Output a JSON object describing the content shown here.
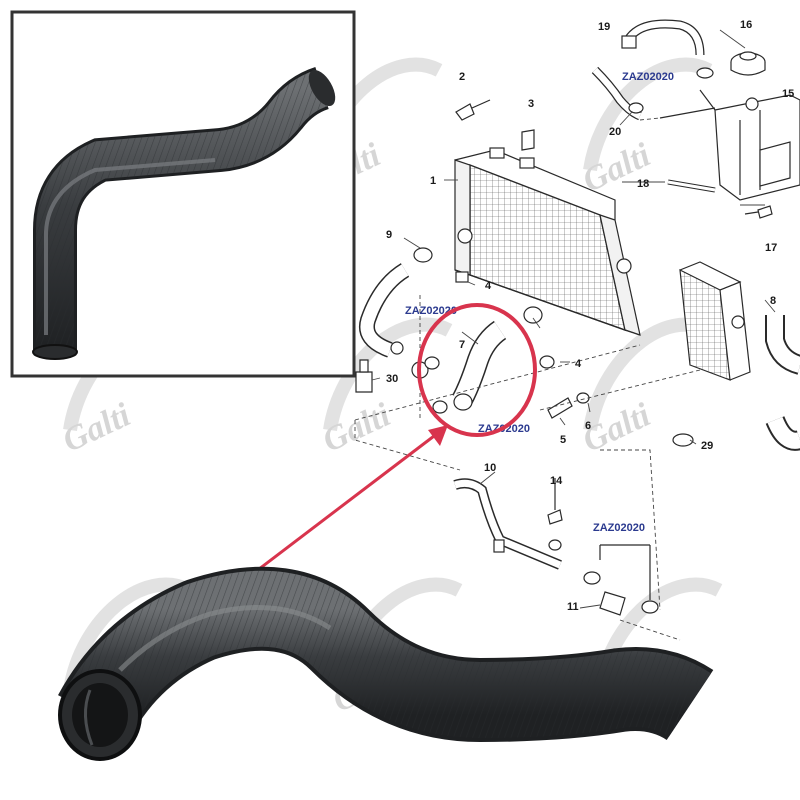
{
  "watermark": {
    "text": "Galti"
  },
  "codes": {
    "c1": "ZAZ02020",
    "c2": "ZAZ02020",
    "c3": "ZAZ02020",
    "c4": "ZAZ02020"
  },
  "part_numbers": {
    "p1": "1",
    "p2": "2",
    "p3": "3",
    "p4a": "4",
    "p4b": "4",
    "p5": "5",
    "p6": "6",
    "p7": "7",
    "p8": "8",
    "p9": "9",
    "p10": "10",
    "p11": "11",
    "p14": "14",
    "p15": "15",
    "p16": "16",
    "p17": "17",
    "p18": "18",
    "p19": "19",
    "p20": "20",
    "p29": "29",
    "p30": "30"
  },
  "colors": {
    "hose": "#3a3d40",
    "hose_highlight": "#6d7073",
    "line": "#2a2a2a",
    "highlight_circle": "#d8344d",
    "arrow": "#d8344d",
    "inset_border": "#333333",
    "watermark": "#d6d6d6"
  },
  "icons": {
    "inset": "coolant-hose-photo",
    "main": "coolant-hose-photo-large",
    "diagram": "radiator-exploded-diagram"
  }
}
